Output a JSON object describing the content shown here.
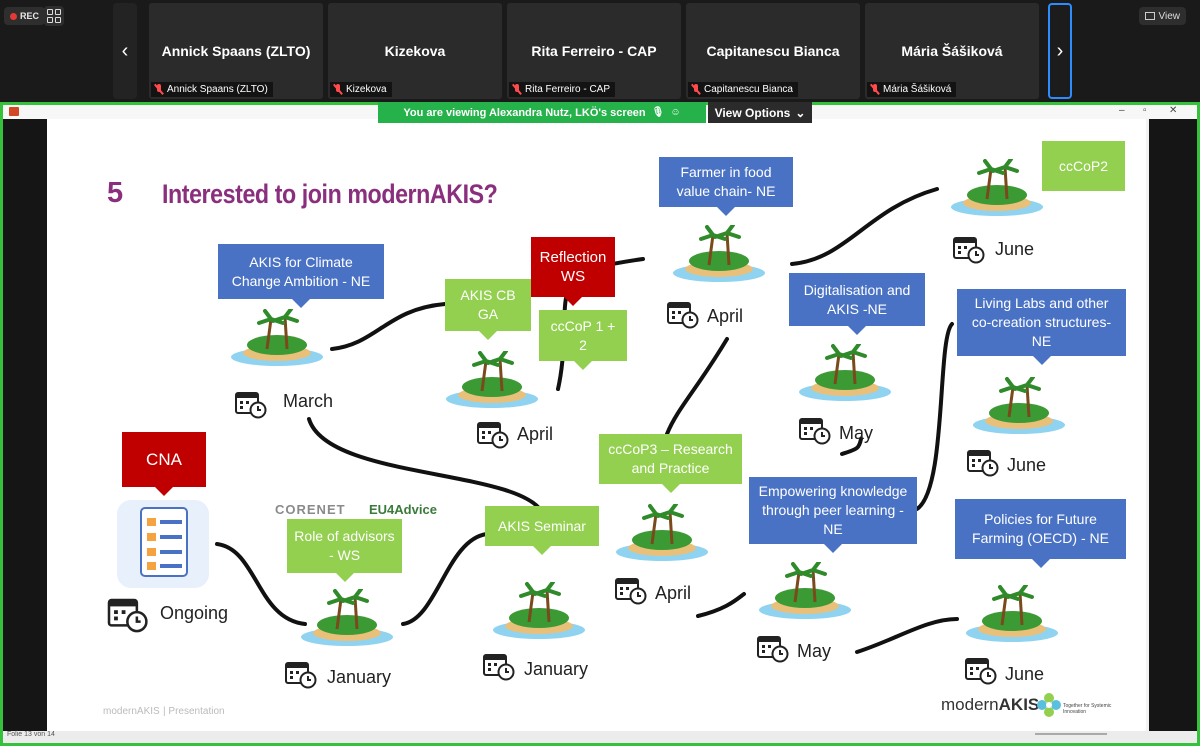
{
  "topbar": {
    "rec_label": "REC",
    "view_label": "View",
    "participants": [
      {
        "name": "Annick Spaans (ZLTO)",
        "label": "Annick Spaans (ZLTO)"
      },
      {
        "name": "Kizekova",
        "label": "Kizekova"
      },
      {
        "name": "Rita Ferreiro - CAP",
        "label": "Rita Ferreiro - CAP"
      },
      {
        "name": "Capitanescu Bianca",
        "label": "Capitanescu Bianca"
      },
      {
        "name": "Mária Šášiková",
        "label": "Mária Šášiková"
      }
    ]
  },
  "share": {
    "viewing_text": "You are viewing  Alexandra Nutz, LKÖ's screen",
    "view_options_label": "View Options",
    "status_text": "Folie 13 von 14"
  },
  "slide": {
    "number": "5",
    "title": "Interested to join modernAKIS?",
    "boxes": {
      "akis_climate": "AKIS for Climate Change Ambition - NE",
      "reflection": "Reflection WS",
      "akis_cb": "AKIS CB GA",
      "cccop12": "ccCoP 1 + 2",
      "farmer": "Farmer  in food value chain- NE",
      "digitalisation": "Digitalisation and AKIS -NE",
      "cccop2": "ccCoP2",
      "living_labs": "Living Labs and other co-creation structures- NE",
      "cna": "CNA",
      "role_advisors": "Role of advisors - WS",
      "akis_seminar": "AKIS Seminar",
      "cccop3": "ccCoP3 – Research and Practice",
      "empowering": "Empowering knowledge through peer learning - NE",
      "policies": "Policies for Future Farming (OECD) - NE"
    },
    "months": {
      "march": "March",
      "april1": "April",
      "april2": "April",
      "june1": "June",
      "may1": "May",
      "june2": "June",
      "ongoing": "Ongoing",
      "january1": "January",
      "january2": "January",
      "april3": "April",
      "may2": "May",
      "june3": "June"
    },
    "logos": {
      "corenet": "CORENET",
      "euadvice": "EU4Advice",
      "footer_left": "modernAKIS",
      "footer_left_sub": "| Presentation",
      "footer_right_a": "modern",
      "footer_right_b": "AKIS",
      "footer_tagline": "Together for Systemic Innovation"
    }
  }
}
